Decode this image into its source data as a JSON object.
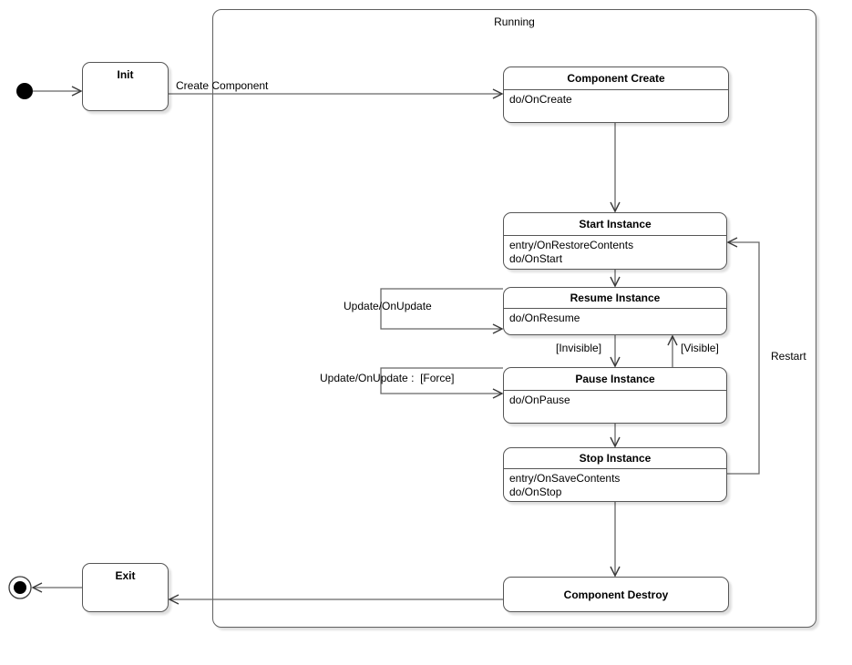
{
  "diagram": {
    "composite_state_label": "Running",
    "colors": {
      "line": "#666666",
      "border": "#565656",
      "state_fill": "#ffffff",
      "text": "#000000",
      "terminal_fill": "#000000"
    }
  },
  "states": {
    "init": {
      "title": "Init"
    },
    "component_create": {
      "title": "Component Create",
      "body": [
        "do/OnCreate"
      ]
    },
    "start_instance": {
      "title": "Start Instance",
      "body": [
        "entry/OnRestoreContents",
        "do/OnStart"
      ]
    },
    "resume_instance": {
      "title": "Resume Instance",
      "body": [
        "do/OnResume"
      ]
    },
    "pause_instance": {
      "title": "Pause Instance",
      "body": [
        "do/OnPause"
      ]
    },
    "stop_instance": {
      "title": "Stop Instance",
      "body": [
        "entry/OnSaveContents",
        "do/OnStop"
      ]
    },
    "component_destroy": {
      "title": "Component Destroy"
    },
    "exit": {
      "title": "Exit"
    }
  },
  "transitions": {
    "create_component": {
      "label": "Create Component"
    },
    "update": {
      "label": "Update/OnUpdate"
    },
    "update_force": {
      "label": "Update/OnUpdate :  [Force]"
    },
    "invisible": {
      "label": "[Invisible]"
    },
    "visible": {
      "label": "[Visible]"
    },
    "restart": {
      "label": "Restart"
    }
  }
}
